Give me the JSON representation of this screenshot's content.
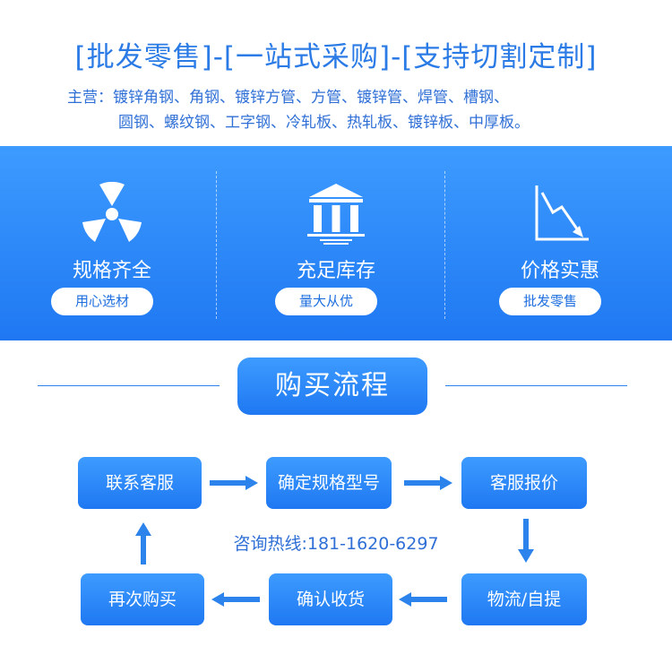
{
  "header": {
    "headline": "[批发零售]-[一站式采购]-[支持切割定制]",
    "products_line1": "主营：镀锌角钢、角钢、镀锌方管、方管、镀锌管、焊管、槽钢、",
    "products_line2": "圆钢、螺纹钢、工字钢、冷轧板、热轧板、镀锌板、中厚板。"
  },
  "features": [
    {
      "icon": "radiation-icon",
      "title": "规格齐全",
      "badge": "用心选材"
    },
    {
      "icon": "bank-icon",
      "title": "充足库存",
      "badge": "量大从优"
    },
    {
      "icon": "chart-down-icon",
      "title": "价格实惠",
      "badge": "批发零售"
    }
  ],
  "process": {
    "title": "购买流程",
    "steps": {
      "contact": "联系客服",
      "confirm_spec": "确定规格型号",
      "quote": "客服报价",
      "logistics": "物流/自提",
      "receive": "确认收货",
      "rebuy": "再次购买"
    },
    "hotline": "咨询热线:181-1620-6297"
  },
  "colors": {
    "accent": "#2b7be6",
    "band_top": "#3d9bff",
    "band_bottom": "#1f78f2"
  }
}
